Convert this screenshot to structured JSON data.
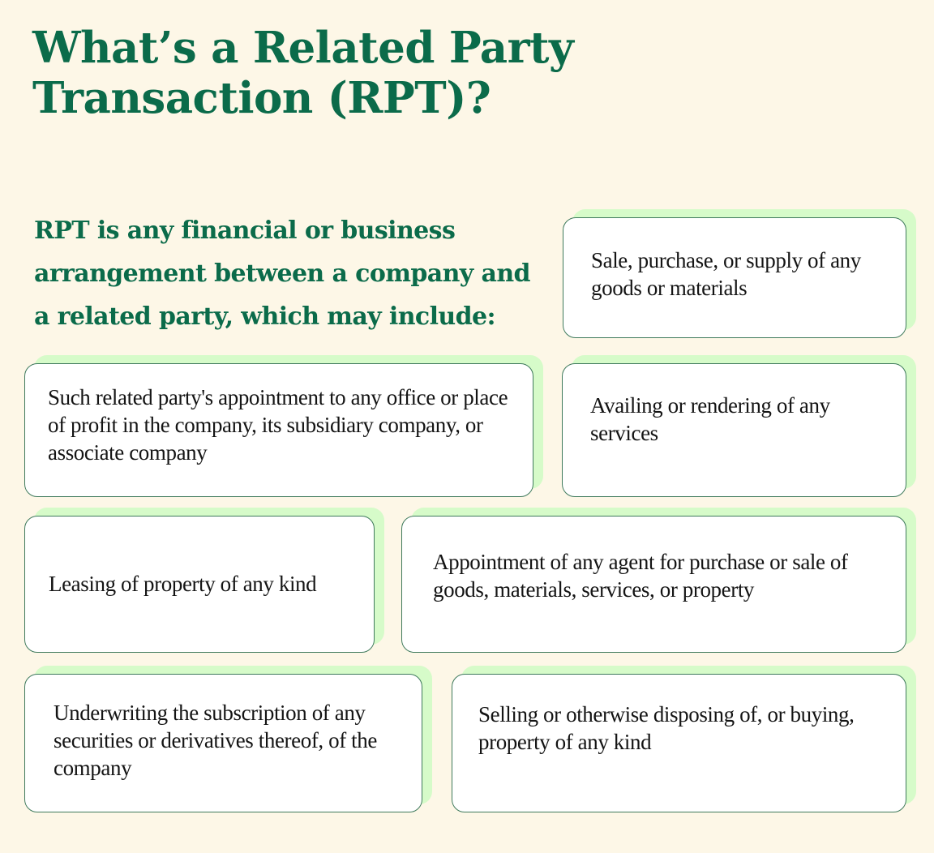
{
  "title": "What’s a Related Party Transaction (RPT)?",
  "intro": "RPT is any financial or business arrangement between a company and a related party, which may include:",
  "cards": [
    "Sale, purchase, or supply of any goods or materials",
    "Such related party's appointment to any office or place of profit in the company, its subsidiary company, or associate company",
    "Availing or rendering of any services",
    "Leasing of property of any kind",
    "Appointment of any agent for purchase or sale of goods, materials, services, or property",
    "Underwriting the subscription of any securities or derivatives thereof, of the company",
    "Selling or otherwise disposing of, or buying, property of any kind"
  ],
  "colors": {
    "background": "#fdf7e7",
    "heading": "#0b6b4a",
    "card_border": "#3f7a5c",
    "card_shadow": "#d6fbc9",
    "card_background": "#ffffff"
  }
}
